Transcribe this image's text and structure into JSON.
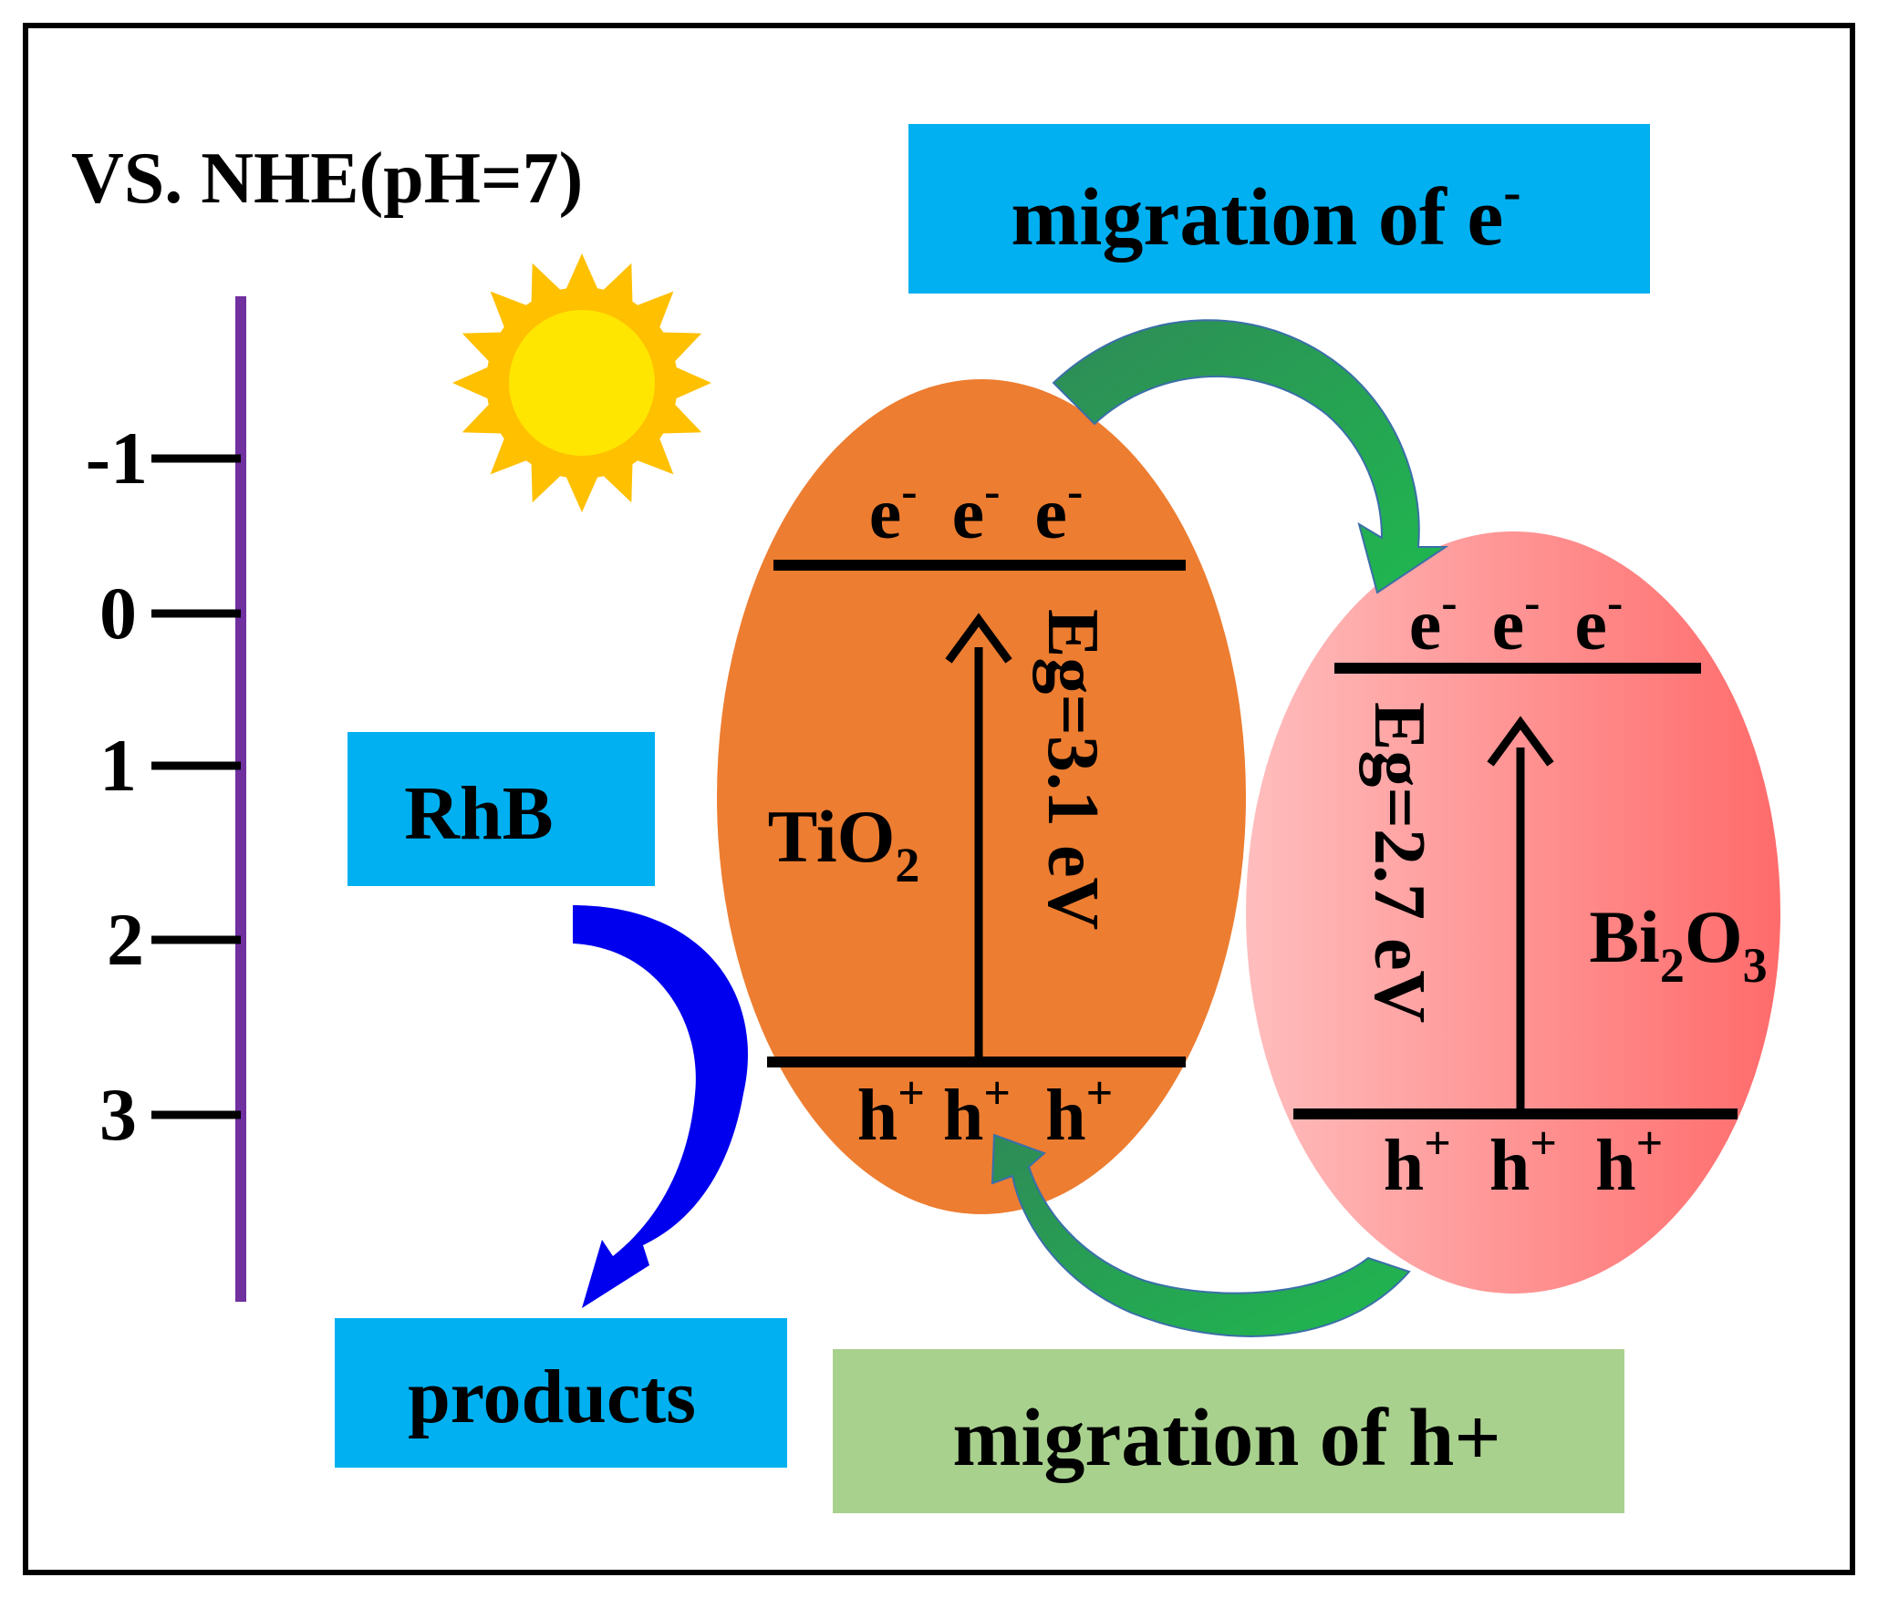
{
  "axis": {
    "title": "VS. NHE(pH=7)",
    "ticks": [
      "-1",
      "0",
      "1",
      "2",
      "3"
    ],
    "color": "#7030A0"
  },
  "boxes": {
    "migration_e": {
      "main": "migration of e",
      "sup": "-"
    },
    "migration_h": "migration of h+",
    "rhb": "RhB",
    "products": "products"
  },
  "tio2": {
    "name_main": "TiO",
    "name_sub": "2",
    "eg": "Eg=3.1 eV",
    "electrons": [
      {
        "main": "e",
        "sup": "-"
      },
      {
        "main": "e",
        "sup": "-"
      },
      {
        "main": "e",
        "sup": "-"
      }
    ],
    "holes": [
      {
        "main": "h",
        "sup": "+"
      },
      {
        "main": "h",
        "sup": "+"
      },
      {
        "main": "h",
        "sup": "+"
      }
    ],
    "color": "#ED7D31"
  },
  "bi2o3": {
    "name_a": "Bi",
    "name_a_sub": "2",
    "name_b": "O",
    "name_b_sub": "3",
    "eg": "Eg=2.7 eV",
    "electrons": [
      {
        "main": "e",
        "sup": "-"
      },
      {
        "main": "e",
        "sup": "-"
      },
      {
        "main": "e",
        "sup": "-"
      }
    ],
    "holes": [
      {
        "main": "h",
        "sup": "+"
      },
      {
        "main": "h",
        "sup": "+"
      },
      {
        "main": "h",
        "sup": "+"
      }
    ],
    "color_light": "#FFBDBD",
    "color_dark": "#FF6B6B"
  },
  "colors": {
    "box_blue": "#00B0F0",
    "box_green": "#A9D18E",
    "arrow_green": "#1FA850",
    "arrow_blue": "#0000EE",
    "sun_ray": "#FFC000",
    "sun_core": "#FFE600"
  }
}
